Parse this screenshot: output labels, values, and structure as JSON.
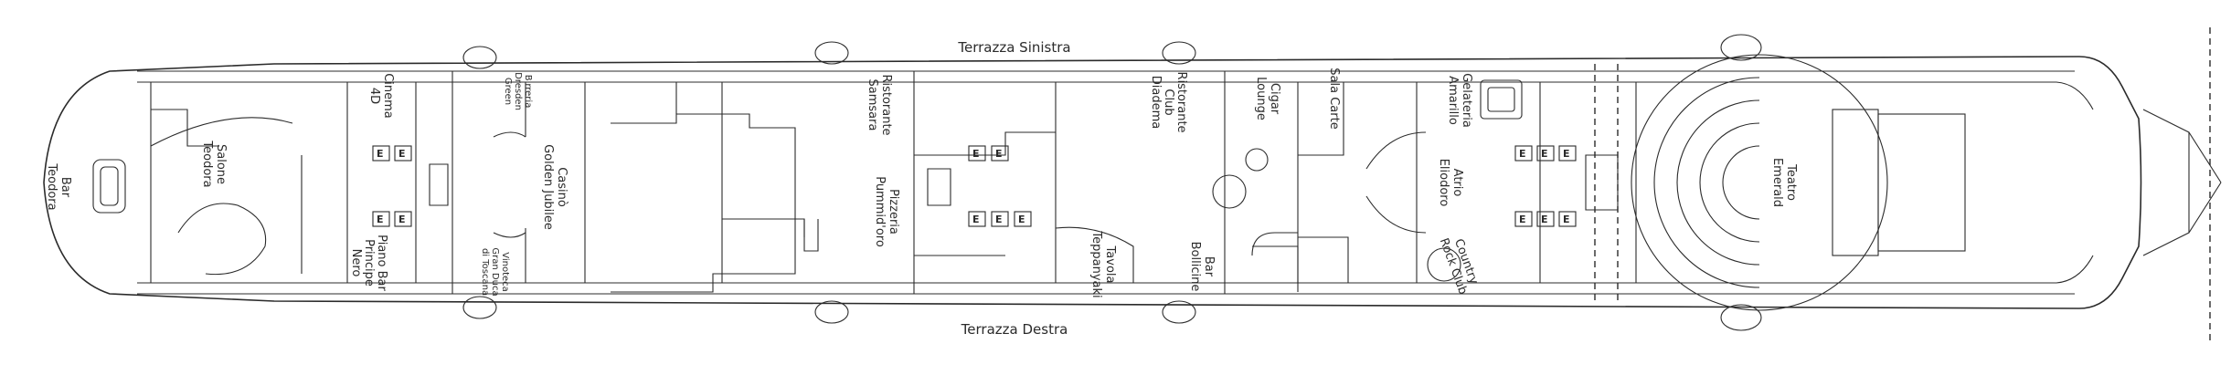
{
  "terraces": {
    "sinistra": "Terrazza Sinistra",
    "destra": "Terrazza Destra"
  },
  "venues": {
    "bar_teodora": [
      "Bar",
      "Teodora"
    ],
    "salone_teodora": [
      "Salone",
      "Teodora"
    ],
    "cinema_4d": [
      "Cinema",
      "4D"
    ],
    "piano_bar": [
      "Piano Bar",
      "Principe",
      "Nero"
    ],
    "birreria": [
      "Birreria",
      "Dresden",
      "Green"
    ],
    "vinoteca": [
      "Vinoteca",
      "Gran Duca",
      "di Toscana"
    ],
    "casino": [
      "Casinò",
      "Golden Jubilee"
    ],
    "ristorante_samsara": [
      "Ristorante",
      "Samsara"
    ],
    "pizzeria": [
      "Pizzeria",
      "Pummid'oro"
    ],
    "ristorante_club_diadema": [
      "Ristorante",
      "Club",
      "Diadema"
    ],
    "tavola_teppanyaki": [
      "Tavola",
      "Teppanyaki"
    ],
    "bar_bollicine": [
      "Bar",
      "Bollicine"
    ],
    "cigar_lounge": [
      "Cigar",
      "Lounge"
    ],
    "sala_carte": [
      "Sala Carte"
    ],
    "gelateria": [
      "Gelateria",
      "Amarillo"
    ],
    "atrio": [
      "Atrio",
      "Eliodoro"
    ],
    "country_club": [
      "Country",
      "Rock Club"
    ],
    "teatro": [
      "Teatro",
      "Emerald"
    ]
  },
  "elevator_label": "E"
}
